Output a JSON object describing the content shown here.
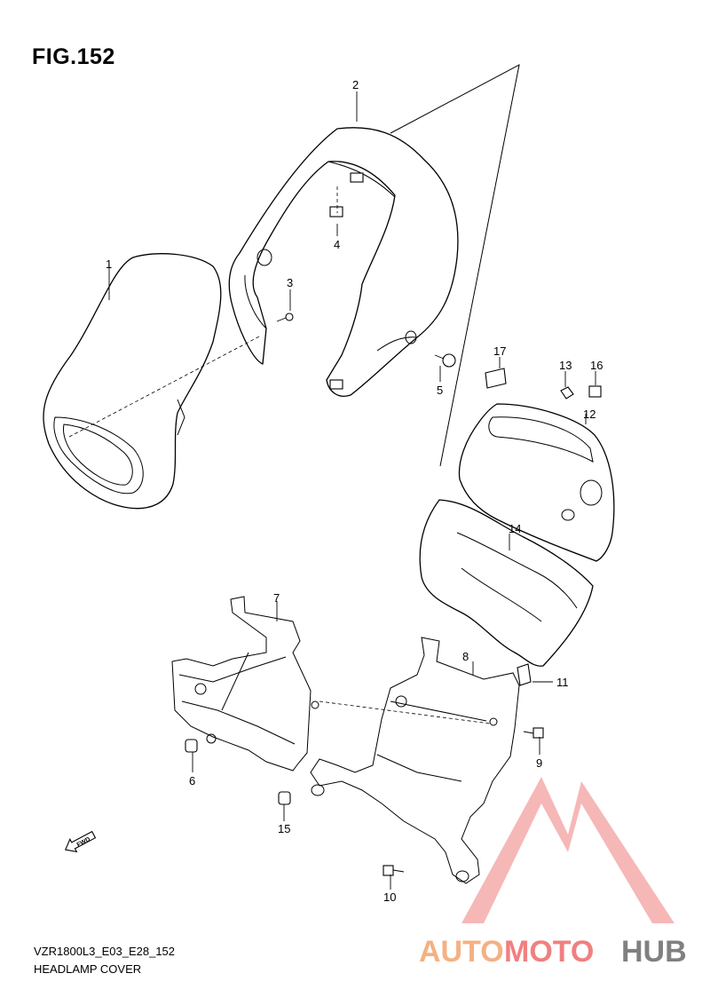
{
  "figure_title": "FIG.152",
  "diagram_code": "VZR1800L3_E03_E28_152",
  "section_title": "HEADLAMP COVER",
  "fwd_label": "FWD",
  "callouts": [
    "1",
    "2",
    "3",
    "4",
    "5",
    "6",
    "7",
    "8",
    "9",
    "10",
    "11",
    "12",
    "13",
    "14",
    "15",
    "16",
    "17"
  ],
  "watermark": {
    "part1": "AUTO",
    "part2": "MOTO",
    "part3": "HUB",
    "color_auto": "#f4b183",
    "color_moto": "#f08080",
    "color_hub": "#808080",
    "logo_color": "#f4a0a0"
  }
}
